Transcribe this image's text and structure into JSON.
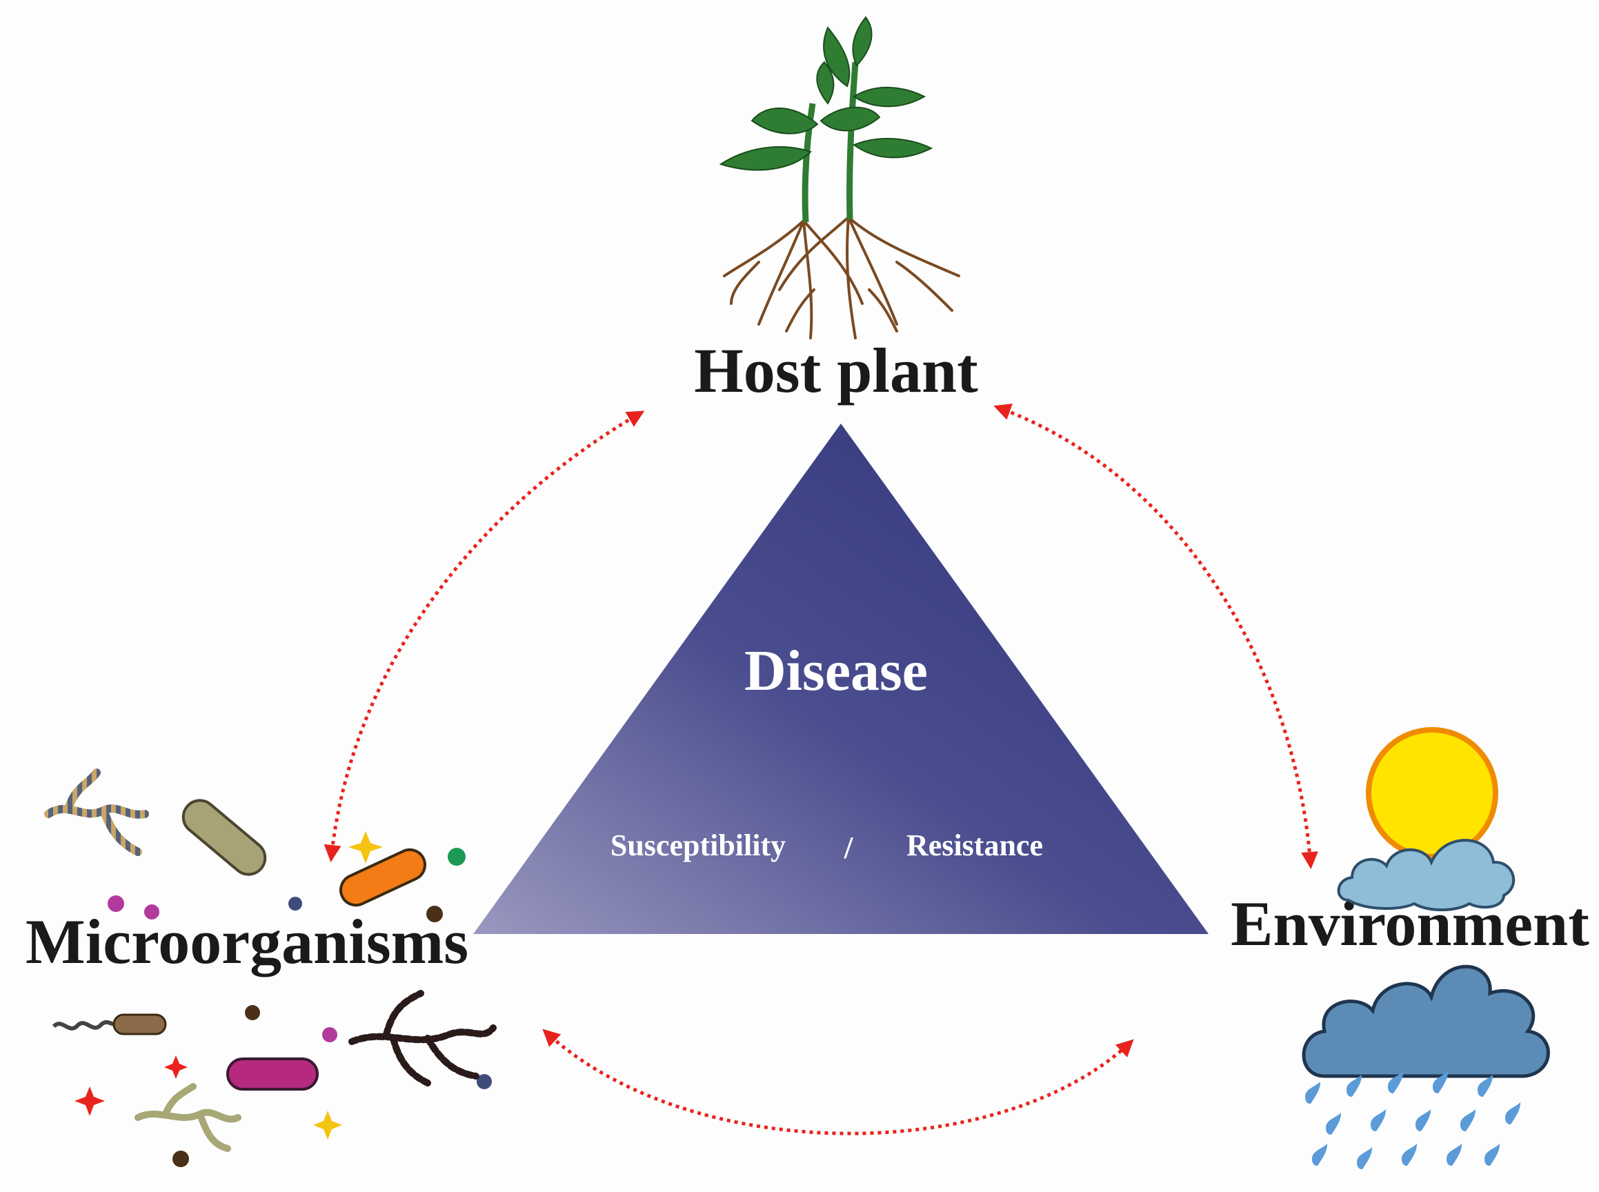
{
  "center": {
    "title": "Disease",
    "left_term": "Susceptibility",
    "separator": "/",
    "right_term": "Resistance"
  },
  "nodes": {
    "top": "Host plant",
    "left": "Microorganisms",
    "right": "Environment"
  },
  "colors": {
    "triangle_dark": "#2e3579",
    "triangle_light": "#8f8db6",
    "arrow": "#e8231e",
    "leaf": "#2f7d32",
    "root": "#7a4a22",
    "sun": "#ffe400",
    "sun_rim": "#f08a00",
    "cloud_light": "#8fbcd6",
    "cloud_dark": "#5c8cb5",
    "rain": "#5a9bd8"
  },
  "icons": {
    "top": "plant-with-roots-icon",
    "left": "microbe-cluster-icon",
    "right_upper": "sun-behind-cloud-icon",
    "right_lower": "rain-cloud-icon"
  }
}
